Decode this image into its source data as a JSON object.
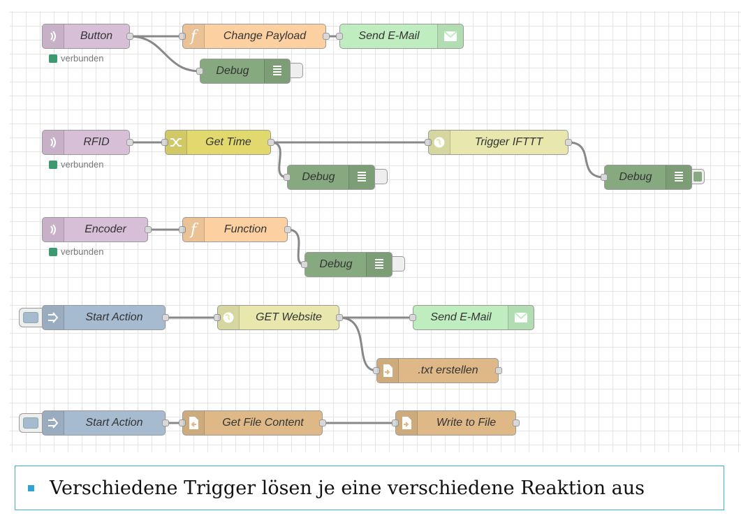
{
  "flows": [
    {
      "nodes": {
        "button": {
          "label": "Button",
          "status": "verbunden",
          "icon": "mqtt-icon"
        },
        "change_payload": {
          "label": "Change Payload",
          "icon": "function-icon"
        },
        "send_email": {
          "label": "Send E-Mail",
          "icon": "envelope-icon"
        },
        "debug": {
          "label": "Debug",
          "icon": "list-icon",
          "active": false
        }
      }
    },
    {
      "nodes": {
        "rfid": {
          "label": "RFID",
          "status": "verbunden",
          "icon": "mqtt-icon"
        },
        "get_time": {
          "label": "Get Time",
          "icon": "shuffle-icon"
        },
        "trigger_ifttt": {
          "label": "Trigger IFTTT",
          "icon": "globe-icon"
        },
        "debug_a": {
          "label": "Debug",
          "icon": "list-icon",
          "active": false
        },
        "debug_b": {
          "label": "Debug",
          "icon": "list-icon",
          "active": true
        }
      }
    },
    {
      "nodes": {
        "encoder": {
          "label": "Encoder",
          "status": "verbunden",
          "icon": "mqtt-icon"
        },
        "function": {
          "label": "Function",
          "icon": "function-icon"
        },
        "debug": {
          "label": "Debug",
          "icon": "list-icon",
          "active": false
        }
      }
    },
    {
      "nodes": {
        "start_action": {
          "label": "Start Action",
          "icon": "arrow-icon"
        },
        "get_website": {
          "label": "GET Website",
          "icon": "globe-icon"
        },
        "send_email": {
          "label": "Send E-Mail",
          "icon": "envelope-icon"
        },
        "txt_create": {
          "label": ".txt erstellen",
          "icon": "file-out-icon"
        }
      }
    },
    {
      "nodes": {
        "start_action": {
          "label": "Start Action",
          "icon": "arrow-icon"
        },
        "get_file_content": {
          "label": "Get File Content",
          "icon": "file-in-icon"
        },
        "write_to_file": {
          "label": "Write to File",
          "icon": "file-out-icon"
        }
      }
    }
  ],
  "colors": {
    "mqtt": "#d8bfd8",
    "function": "#fdd0a2",
    "email": "#c0edc0",
    "debug": "#87a980",
    "change": "#e2d96e",
    "http": "#e7e7ae",
    "inject": "#a6bbcf",
    "file": "#deb887",
    "status_connected": "#3d9970",
    "caption_border": "#3ab0d8",
    "bullet": "#2ea3d6"
  },
  "caption": {
    "text": "Verschiedene Trigger lösen je eine verschiedene Reaktion aus"
  }
}
